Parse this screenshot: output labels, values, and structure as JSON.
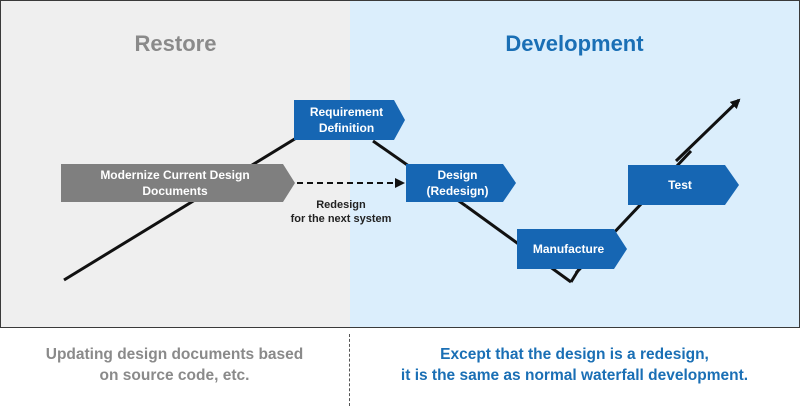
{
  "panels": {
    "left_title": "Restore",
    "right_title": "Development"
  },
  "nodes": {
    "modernize": "Modernize Current Design Documents",
    "requirement": "Requirement Definition",
    "design": "Design (Redesign)",
    "manufacture": "Manufacture",
    "test": "Test"
  },
  "redesign_label_line1": "Redesign",
  "redesign_label_line2": "for the next system",
  "captions": {
    "left": "Updating design documents based on source code, etc.",
    "right_line1": "Except that the design is a redesign,",
    "right_line2": "it is the same as normal waterfall development."
  },
  "colors": {
    "left_bg": "#efefef",
    "right_bg": "#dbeefc",
    "blue_node": "#1666b3",
    "gray_node": "#7f7f7f",
    "left_text": "#8a8a8a",
    "right_text": "#1a6fb5"
  }
}
